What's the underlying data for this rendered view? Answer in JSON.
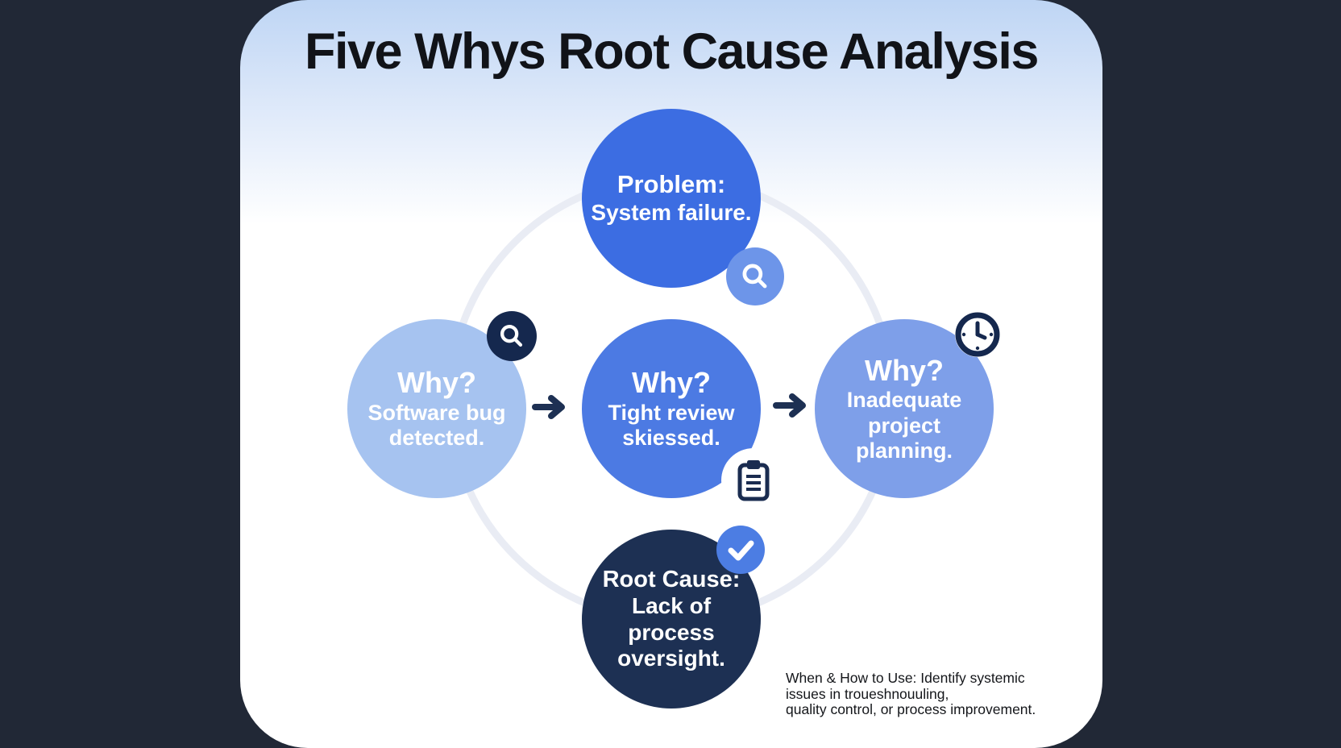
{
  "title": "Five Whys Root Cause Analysis",
  "nodes": {
    "problem": {
      "heading": "Problem:",
      "body": "System failure.",
      "icon": "search-icon"
    },
    "why1": {
      "heading": "Why?",
      "body": "Software bug detected.",
      "icon": "search-icon"
    },
    "why2": {
      "heading": "Why?",
      "body": "Tight review skiessed.",
      "icon": "clipboard-icon"
    },
    "why3": {
      "heading": "Why?",
      "body": "Inadequate project planning.",
      "icon": "clock-icon"
    },
    "root": {
      "heading": "Root Cause:",
      "body": "Lack of process oversight.",
      "icon": "check-icon"
    }
  },
  "connectors": {
    "arrow1": "arrow-right-icon",
    "arrow2": "arrow-right-icon"
  },
  "footnote": {
    "line1": "When & How to Use: Identify systemic",
    "line2": "issues in troueshnouuling,",
    "line3": "quality control, or process improvement."
  },
  "colors": {
    "frame_background": "#212836",
    "card_gradient_top": "#bed5f4",
    "node_problem": "#3c6de2",
    "node_why1": "#a6c3f0",
    "node_why2": "#4c7ae3",
    "node_why3": "#7e9fe9",
    "node_root": "#1d3053",
    "badge_light_blue": "#6d95e9",
    "badge_navy": "#15284e",
    "badge_check_blue": "#4c7de3",
    "arrow": "#1d3053",
    "cycle_ring": "#e9ecf4",
    "node_text": "#ffffff",
    "title_text": "#111318"
  }
}
